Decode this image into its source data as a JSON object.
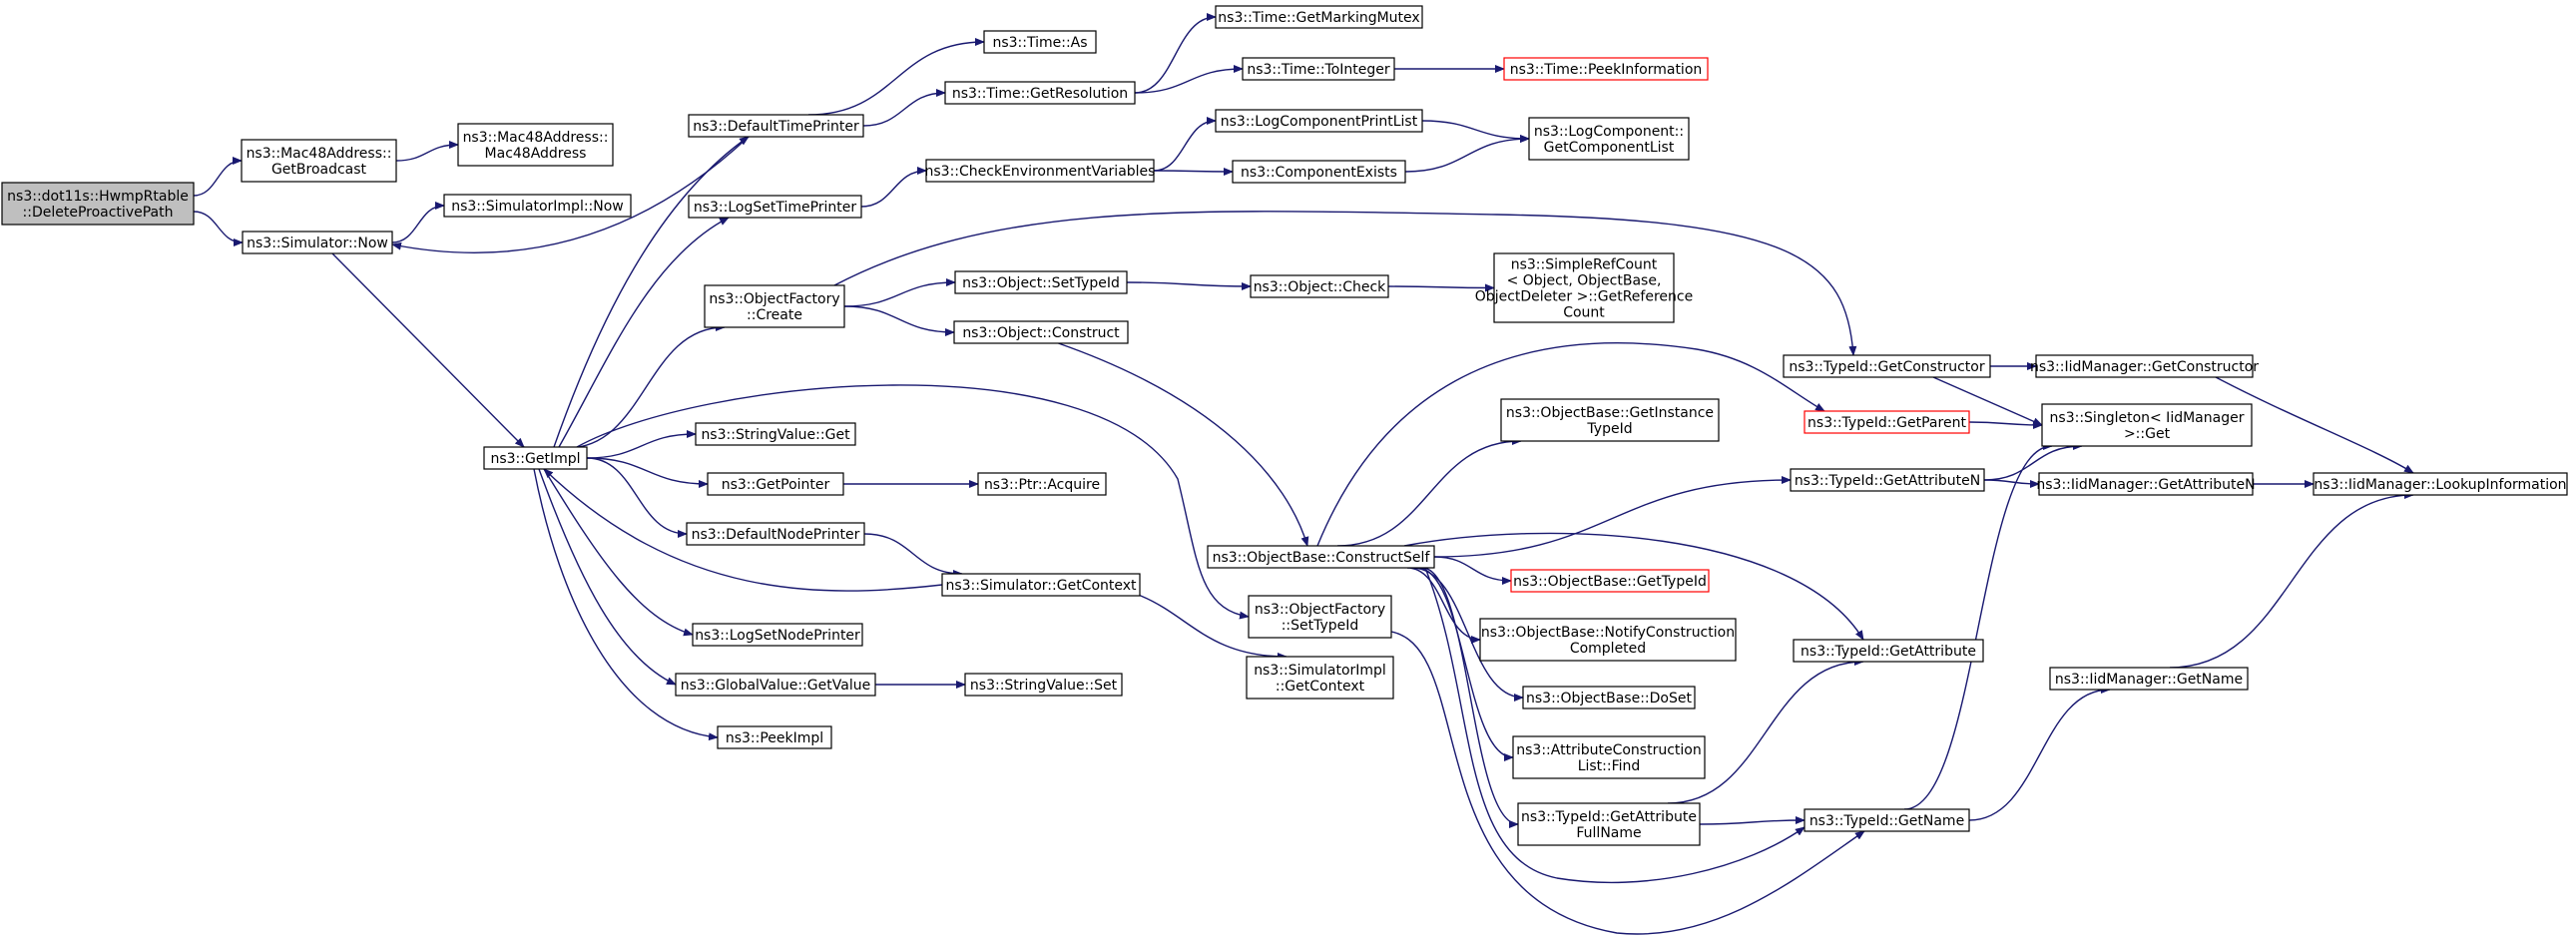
{
  "colors": {
    "edge": "#191970",
    "node_border": "#000000",
    "node_border_truncated": "#ff0000",
    "root_fill": "#bfbfbf",
    "node_fill": "#ffffff"
  },
  "nodes": {
    "root": [
      "ns3::dot11s::HwmpRtable",
      "::DeleteProactivePath"
    ],
    "mac48_getbroadcast": [
      "ns3::Mac48Address::",
      "GetBroadcast"
    ],
    "mac48_ctor": [
      "ns3::Mac48Address::",
      "Mac48Address"
    ],
    "sim_now": [
      "ns3::Simulator::Now"
    ],
    "simimpl_now": [
      "ns3::SimulatorImpl::Now"
    ],
    "default_time_printer": [
      "ns3::DefaultTimePrinter"
    ],
    "time_as": [
      "ns3::Time::As"
    ],
    "time_getresolution": [
      "ns3::Time::GetResolution"
    ],
    "time_getmarkingmutex": [
      "ns3::Time::GetMarkingMutex"
    ],
    "time_tointeger": [
      "ns3::Time::ToInteger"
    ],
    "time_peekinformation": [
      "ns3::Time::PeekInformation"
    ],
    "logset_time_printer": [
      "ns3::LogSetTimePrinter"
    ],
    "check_env_vars": [
      "ns3::CheckEnvironmentVariables"
    ],
    "logcomp_printlist": [
      "ns3::LogComponentPrintList"
    ],
    "logcomp_getlist": [
      "ns3::LogComponent::",
      "GetComponentList"
    ],
    "component_exists": [
      "ns3::ComponentExists"
    ],
    "objfactory_create": [
      "ns3::ObjectFactory",
      "::Create"
    ],
    "object_settypeid": [
      "ns3::Object::SetTypeId"
    ],
    "object_check": [
      "ns3::Object::Check"
    ],
    "simplerefcount": [
      "ns3::SimpleRefCount",
      "< Object, ObjectBase,",
      "ObjectDeleter >::GetReference",
      "Count"
    ],
    "object_construct": [
      "ns3::Object::Construct"
    ],
    "typeid_getconstructor": [
      "ns3::TypeId::GetConstructor"
    ],
    "iid_getconstructor": [
      "ns3::IidManager::GetConstructor"
    ],
    "typeid_getparent": [
      "ns3::TypeId::GetParent"
    ],
    "singleton_get": [
      "ns3::Singleton< IidManager",
      ">::Get"
    ],
    "objbase_getinstancetypeid": [
      "ns3::ObjectBase::GetInstance",
      "TypeId"
    ],
    "typeid_getattributen": [
      "ns3::TypeId::GetAttributeN"
    ],
    "iid_getattributen": [
      "ns3::IidManager::GetAttributeN"
    ],
    "iid_lookupinfo": [
      "ns3::IidManager::LookupInformation"
    ],
    "getimpl": [
      "ns3::GetImpl"
    ],
    "stringvalue_get": [
      "ns3::StringValue::Get"
    ],
    "getpointer": [
      "ns3::GetPointer"
    ],
    "ptr_acquire": [
      "ns3::Ptr::Acquire"
    ],
    "default_node_printer": [
      "ns3::DefaultNodePrinter"
    ],
    "sim_getcontext": [
      "ns3::Simulator::GetContext"
    ],
    "objbase_constructself": [
      "ns3::ObjectBase::ConstructSelf"
    ],
    "objbase_gettypeid": [
      "ns3::ObjectBase::GetTypeId"
    ],
    "objfactory_settypeid": [
      "ns3::ObjectFactory",
      "::SetTypeId"
    ],
    "objbase_notify": [
      "ns3::ObjectBase::NotifyConstruction",
      "Completed"
    ],
    "typeid_getattribute": [
      "ns3::TypeId::GetAttribute"
    ],
    "logset_node_printer": [
      "ns3::LogSetNodePrinter"
    ],
    "globalvalue_getvalue": [
      "ns3::GlobalValue::GetValue"
    ],
    "stringvalue_set": [
      "ns3::StringValue::Set"
    ],
    "simimpl_getcontext": [
      "ns3::SimulatorImpl",
      "::GetContext"
    ],
    "objbase_doset": [
      "ns3::ObjectBase::DoSet"
    ],
    "iid_getname": [
      "ns3::IidManager::GetName"
    ],
    "peekimpl": [
      "ns3::PeekImpl"
    ],
    "attrlist_find": [
      "ns3::AttributeConstruction",
      "List::Find"
    ],
    "typeid_getattrfullname": [
      "ns3::TypeId::GetAttribute",
      "FullName"
    ],
    "typeid_getname": [
      "ns3::TypeId::GetName"
    ]
  }
}
